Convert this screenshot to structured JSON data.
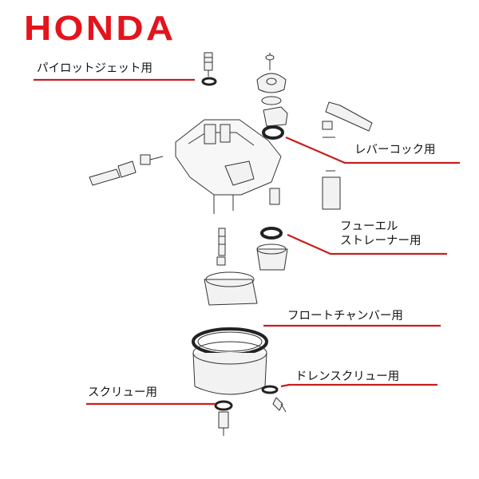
{
  "brand": {
    "logo_text": "HONDA",
    "color": "#e4141c"
  },
  "labels": {
    "pilot_jet": "パイロットジェット用",
    "lever_cock": "レバーコック用",
    "fuel_strainer_line1": "フューエル",
    "fuel_strainer_line2": "ストレーナー用",
    "float_chamber": "フロートチャンバー用",
    "drain_screw": "ドレンスクリュー用",
    "screw": "スクリュー用"
  },
  "colors": {
    "leader_line": "#c81e1e",
    "drawing": "#333333",
    "part_fill": "#f2f2f2",
    "gasket": "#222222"
  }
}
